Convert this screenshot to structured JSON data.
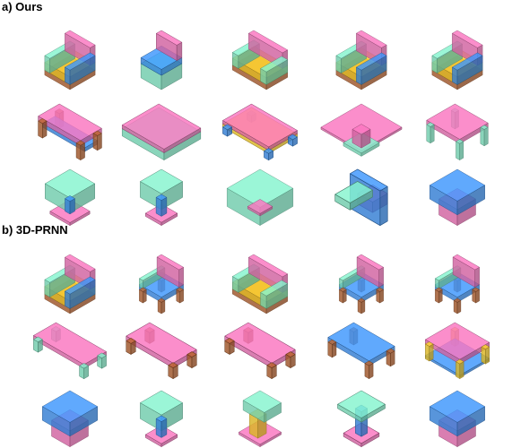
{
  "figure": {
    "section_a_label": "a) Ours",
    "section_b_label": "b) 3D-PRNN"
  },
  "palette": {
    "pink": "#ee6fb6",
    "blue": "#3a8ff0",
    "mint": "#7fe8c4",
    "yellow": "#f7cc2a",
    "brown": "#b4602e",
    "peach": "#f3d3a9",
    "orange": "#e57a2c"
  },
  "sections": [
    {
      "id": "ours",
      "rows": [
        {
          "category": "chair",
          "shapes": [
            "armchair",
            "small-chair",
            "sofa",
            "armchair",
            "armchair"
          ]
        },
        {
          "category": "table",
          "shapes": [
            "bench-table",
            "flat-slab-table",
            "low-table",
            "pedestal-table",
            "four-leg-table"
          ]
        },
        {
          "category": "misc",
          "shapes": [
            "cube-on-pedestal",
            "small-pedestal",
            "wide-box",
            "l-stand",
            "stacked-box"
          ]
        }
      ]
    },
    {
      "id": "3d-prnn",
      "rows": [
        {
          "category": "chair",
          "shapes": [
            "armchair",
            "chair",
            "sofa",
            "chair",
            "chair"
          ]
        },
        {
          "category": "table",
          "shapes": [
            "long-table",
            "coffee-table",
            "coffee-table",
            "blue-table",
            "framed-table"
          ]
        },
        {
          "category": "misc",
          "shapes": [
            "stacked-box",
            "small-pedestal",
            "tall-cabinet",
            "pedestal-stand",
            "stacked-box"
          ]
        }
      ]
    }
  ]
}
